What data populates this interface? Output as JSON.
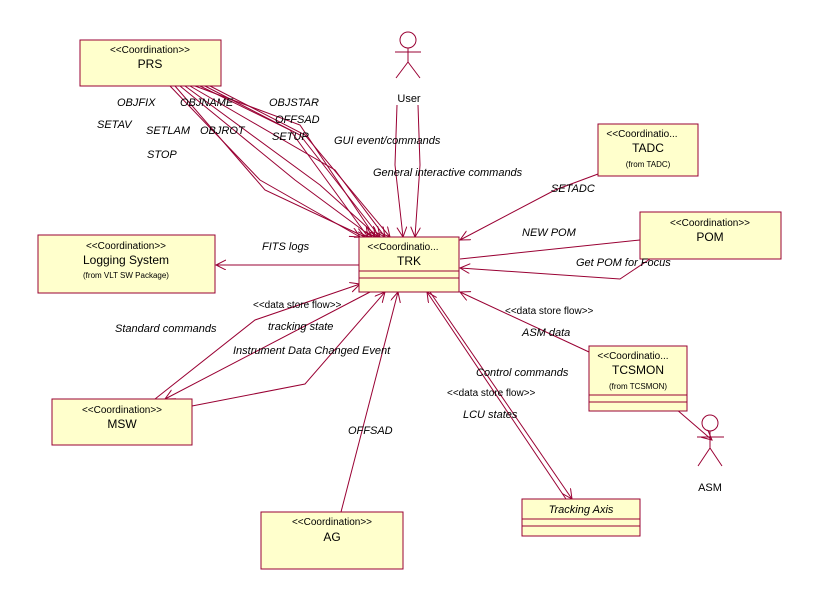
{
  "classes": {
    "prs": {
      "stereotype": "<<Coordination>>",
      "name": "PRS"
    },
    "trk": {
      "stereotype": "<<Coordinatio...",
      "name": "TRK"
    },
    "logging": {
      "stereotype": "<<Coordination>>",
      "name": "Logging System",
      "from": "(from VLT SW Package)"
    },
    "msw": {
      "stereotype": "<<Coordination>>",
      "name": "MSW"
    },
    "ag": {
      "stereotype": "<<Coordination>>",
      "name": "AG"
    },
    "tadc": {
      "stereotype": "<<Coordinatio...",
      "name": "TADC",
      "from": "(from TADC)"
    },
    "pom": {
      "stereotype": "<<Coordination>>",
      "name": "POM"
    },
    "tcsmon": {
      "stereotype": "<<Coordinatio...",
      "name": "TCSMON",
      "from": "(from TCSMON)"
    },
    "tracking_axis": {
      "name": "Tracking Axis"
    }
  },
  "actors": {
    "user": "User",
    "asm": "ASM"
  },
  "labels": {
    "objfix": "OBJFIX",
    "objname": "OBJNAME",
    "objstar": "OBJSTAR",
    "offsad_prs": "OFFSAD",
    "setav": "SETAV",
    "objrot": "OBJROT",
    "setlam": "SETLAM",
    "setup": "SETUP",
    "stop": "STOP",
    "gui": "GUI event/commands",
    "general": "General interactive commands",
    "setadc": "SETADC",
    "newpom": "NEW POM",
    "getpom": "Get POM for Focus",
    "fits": "FITS logs",
    "dsf1": "<<data store flow>>",
    "tracking_state": "tracking state",
    "standard": "Standard commands",
    "instrument": "Instrument Data Changed Event",
    "offsad_ag": "OFFSAD",
    "dsf2": "<<data store flow>>",
    "asm_data": "ASM data",
    "control": "Control commands",
    "dsf3": "<<data store flow>>",
    "lcu": "LCU states"
  },
  "colors": {
    "line": "#990033",
    "fill": "#ffffcc"
  }
}
